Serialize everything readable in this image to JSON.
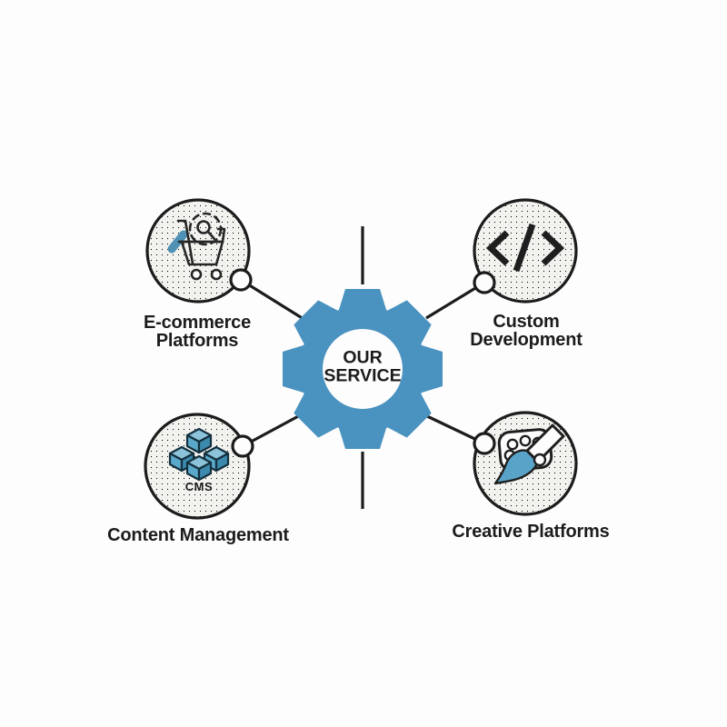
{
  "diagram": {
    "center": {
      "title": "OUR SERVICE",
      "shape": "gear-icon"
    },
    "nodes": [
      {
        "id": "ecommerce",
        "label": "E-commerce Platforms",
        "icon": "shopping-cart-search-icon",
        "position": "top-left"
      },
      {
        "id": "custom-dev",
        "label": "Custom Development",
        "icon": "code-brackets-icon",
        "position": "top-right"
      },
      {
        "id": "cms",
        "label": "Content Management",
        "icon": "cms-cubes-icon",
        "badge": "CMS",
        "position": "bottom-left"
      },
      {
        "id": "creative",
        "label": "Creative Platforms",
        "icon": "palette-brush-icon",
        "position": "bottom-right"
      }
    ],
    "colors": {
      "gear_blue": "#4a92c0",
      "cube_top": "#8cc3da",
      "cube_front": "#5aa9ca",
      "cube_side": "#3c89ae",
      "brush_blue": "#5aa3c8",
      "cart_handle_blue": "#4f91b5",
      "outline": "#1c1c1c",
      "node_fill": "#f3f3f0",
      "background": "#fdfdfd"
    }
  }
}
